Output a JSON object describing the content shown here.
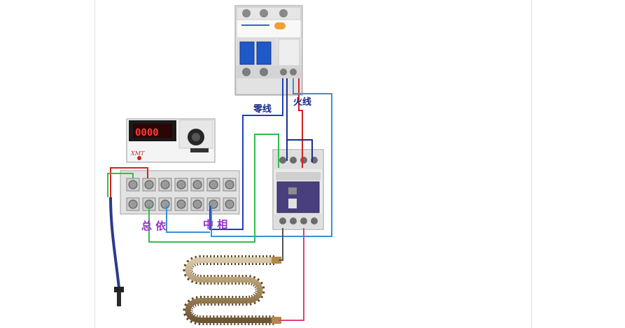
{
  "labels": {
    "neutral_line": "零线",
    "live_line": "火线",
    "left_terminal_note": "总 依",
    "right_terminal_note": "中 相"
  },
  "controller": {
    "display_value": "0000",
    "brand": "XMT"
  },
  "colors": {
    "wire_blue": "#1d3fbf",
    "wire_dark_blue": "#1b2d8f",
    "wire_red": "#d82020",
    "wire_green": "#2fbf4a",
    "wire_pink": "#e0407a",
    "wire_gray": "#555555",
    "label_navy": "#1a2a8a",
    "label_purple": "#9b2fc9"
  },
  "icons": {
    "breaker": "circuit-breaker-icon",
    "contactor": "contactor-icon",
    "controller": "temperature-controller-icon",
    "terminal_block": "terminal-block-icon",
    "heater": "heating-element-icon",
    "probe": "thermocouple-probe-icon"
  }
}
